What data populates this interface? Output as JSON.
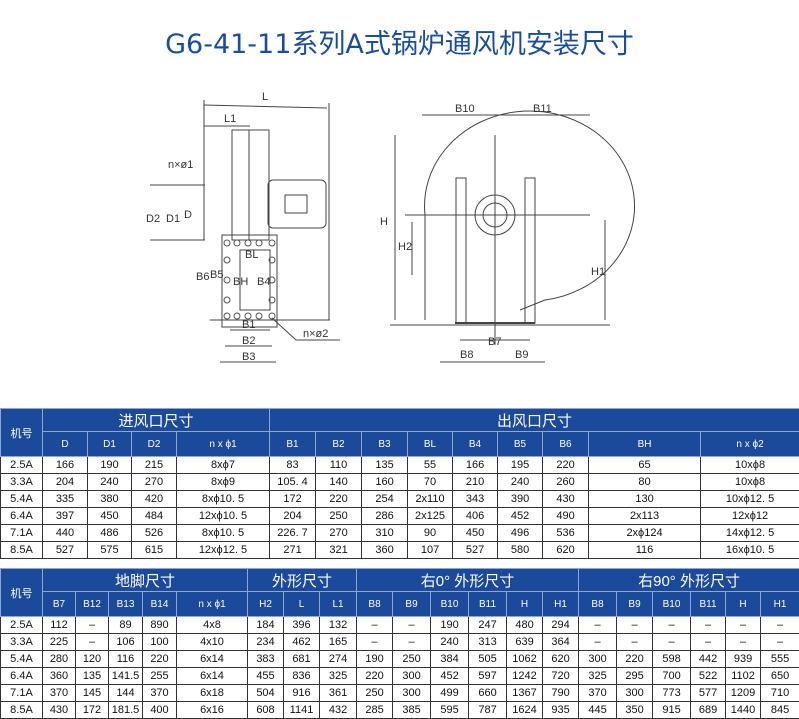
{
  "title": "G6-41-11系列A式锅炉通风机安装尺寸",
  "drawing": {
    "labels": {
      "L": "L",
      "L1": "L1",
      "n_phi1": "n×ø1",
      "D2": "D2",
      "D1": "D1",
      "D": "D",
      "B6": "B6",
      "B5": "B5",
      "BH": "BH",
      "B4": "B4",
      "BL": "BL",
      "B1": "B1",
      "B2": "B2",
      "B3": "B3",
      "n_phi2": "n×ø2",
      "B10": "B10",
      "B11": "B11",
      "H": "H",
      "H2": "H2",
      "H1": "H1",
      "B7": "B7",
      "B8": "B8",
      "B9": "B9"
    }
  },
  "table1": {
    "id_header": "机号",
    "groups": [
      "进风口尺寸",
      "出风口尺寸"
    ],
    "columns": [
      "D",
      "D1",
      "D2",
      "n x  ϕ1",
      "B1",
      "B2",
      "B3",
      "BL",
      "B4",
      "B5",
      "B6",
      "BH",
      "n x  ϕ2"
    ],
    "rows": [
      [
        "2.5A",
        "166",
        "190",
        "215",
        "8xϕ7",
        "83",
        "110",
        "135",
        "55",
        "166",
        "195",
        "220",
        "65",
        "10xϕ8"
      ],
      [
        "3.3A",
        "204",
        "240",
        "270",
        "8xϕ9",
        "105. 4",
        "140",
        "160",
        "70",
        "210",
        "240",
        "260",
        "80",
        "10xϕ8"
      ],
      [
        "5.4A",
        "335",
        "380",
        "420",
        "8xϕ10. 5",
        "172",
        "220",
        "254",
        "2x110",
        "343",
        "390",
        "430",
        "130",
        "10xϕ12. 5"
      ],
      [
        "6.4A",
        "397",
        "450",
        "484",
        "12xϕ10. 5",
        "204",
        "250",
        "286",
        "2x125",
        "406",
        "452",
        "490",
        "2x113",
        "12xϕ12"
      ],
      [
        "7.1A",
        "440",
        "486",
        "526",
        "8xϕ10. 5",
        "226. 7",
        "270",
        "310",
        "90",
        "450",
        "496",
        "536",
        "2xϕ124",
        "14xϕ12. 5"
      ],
      [
        "8.5A",
        "527",
        "575",
        "615",
        "12xϕ12. 5",
        "271",
        "321",
        "360",
        "107",
        "527",
        "580",
        "620",
        "116",
        "16xϕ10. 5"
      ]
    ]
  },
  "table2": {
    "id_header": "机号",
    "groups": [
      "地脚尺寸",
      "外形尺寸",
      "右0°  外形尺寸",
      "右90°  外形尺寸"
    ],
    "columns": [
      "B7",
      "B12",
      "B13",
      "B14",
      "n x  ϕ1",
      "H2",
      "L",
      "L1",
      "B8",
      "B9",
      "B10",
      "B11",
      "H",
      "H1",
      "B8",
      "B9",
      "B10",
      "B11",
      "H",
      "H1"
    ],
    "rows": [
      [
        "2.5A",
        "112",
        "–",
        "89",
        "890",
        "4x8",
        "184",
        "396",
        "132",
        "–",
        "–",
        "190",
        "247",
        "480",
        "294",
        "–",
        "–",
        "–",
        "–",
        "–",
        "–"
      ],
      [
        "3.3A",
        "225",
        "–",
        "106",
        "100",
        "4x10",
        "234",
        "462",
        "165",
        "–",
        "–",
        "240",
        "313",
        "639",
        "364",
        "–",
        "–",
        "–",
        "–",
        "–",
        "–"
      ],
      [
        "5.4A",
        "280",
        "120",
        "116",
        "220",
        "6x14",
        "383",
        "681",
        "274",
        "190",
        "250",
        "384",
        "505",
        "1062",
        "620",
        "300",
        "220",
        "598",
        "442",
        "939",
        "555"
      ],
      [
        "6.4A",
        "360",
        "135",
        "141.5",
        "255",
        "6x14",
        "455",
        "836",
        "325",
        "220",
        "300",
        "452",
        "597",
        "1242",
        "720",
        "325",
        "295",
        "700",
        "522",
        "1102",
        "650"
      ],
      [
        "7.1A",
        "370",
        "145",
        "144",
        "370",
        "6x18",
        "504",
        "916",
        "361",
        "250",
        "300",
        "499",
        "660",
        "1367",
        "790",
        "370",
        "300",
        "773",
        "577",
        "1209",
        "710"
      ],
      [
        "8.5A",
        "430",
        "172",
        "181.5",
        "400",
        "6x16",
        "608",
        "1141",
        "432",
        "285",
        "385",
        "595",
        "787",
        "1624",
        "935",
        "445",
        "350",
        "915",
        "689",
        "1440",
        "845"
      ]
    ]
  }
}
